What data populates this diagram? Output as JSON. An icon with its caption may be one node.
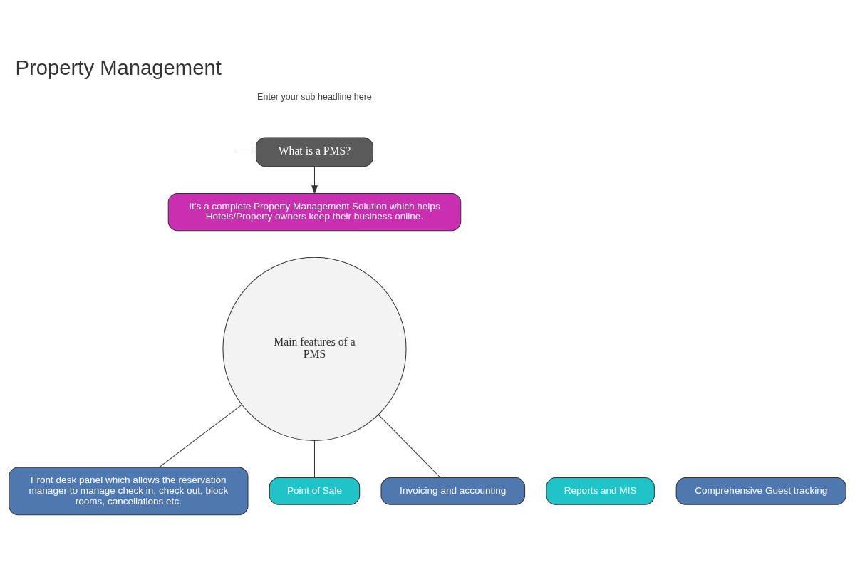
{
  "diagram": {
    "title": "Property Management",
    "nodes": [
      {
        "text": [
          "What is a PMS?"
        ]
      },
      {
        "text": [
          "It's a complete Property Management Solution which helps Hotels/Property owners keep their business online."
        ]
      },
      {
        "text": [
          "Main features of a PMS"
        ]
      },
      {
        "text": [
          "Front desk panel which allows the reservation manager to manage check in, check out, block rooms, cancellations etc."
        ]
      },
      {
        "text": [
          "Point of Sale"
        ]
      },
      {
        "text": [
          "Reports and MIS"
        ]
      },
      {
        "text": [
          "Invoicing and accounting"
        ]
      },
      {
        "text": [
          "Comprehensive Guest tracking"
        ]
      }
    ],
    "edges": [
      {
        "from": null,
        "to": 0,
        "arrow": "none"
      },
      {
        "from": 0,
        "to": 1,
        "arrow": "to"
      },
      {
        "from": 2,
        "to": 3,
        "arrow": "none"
      },
      {
        "from": 2,
        "to": 4,
        "arrow": "none"
      },
      {
        "from": 2,
        "to": 6,
        "arrow": "none"
      }
    ],
    "labels": [
      "Enter your sub headline here"
    ]
  }
}
